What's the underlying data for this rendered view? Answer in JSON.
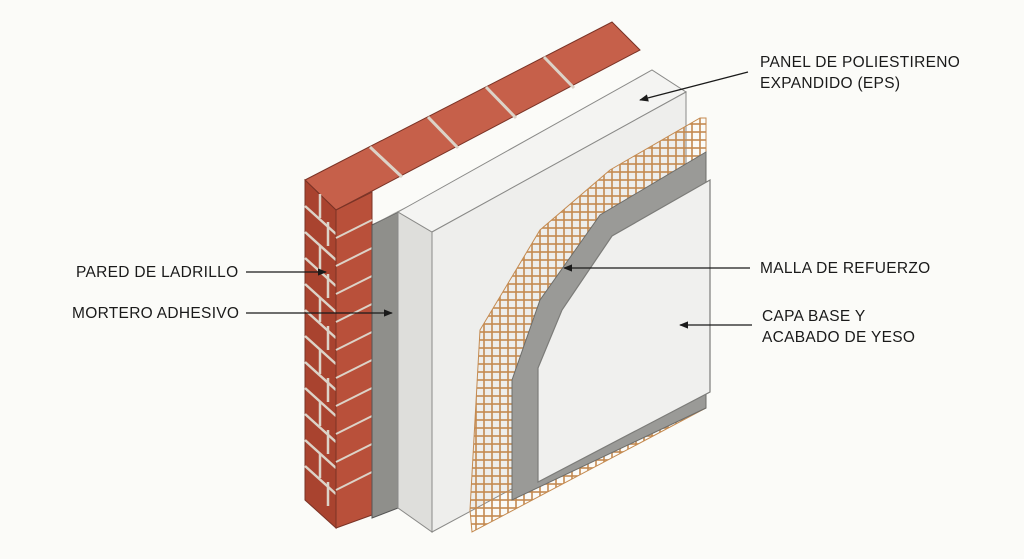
{
  "labels": {
    "eps_panel": {
      "line1": "PANEL DE POLIESTIRENO",
      "line2": "EXPANDIDO (EPS)"
    },
    "brick_wall": "PARED DE LADRILLO",
    "adhesive_mortar": "MORTERO ADHESIVO",
    "reinforcement_mesh": "MALLA DE REFUERZO",
    "base_coat": {
      "line1": "CAPA BASE Y",
      "line2": "ACABADO DE YESO"
    }
  },
  "colors": {
    "background": "#fbfbf8",
    "brick": "#b9503a",
    "brick_top": "#c6604a",
    "mortar_joint": "#dcd3c8",
    "adhesive": "#8f8f8b",
    "eps": "#eeeeec",
    "mesh": "#c98f55",
    "base_coat": "#9a9a97",
    "finish": "#f0f0ee",
    "leader": "#1a1a1a"
  }
}
